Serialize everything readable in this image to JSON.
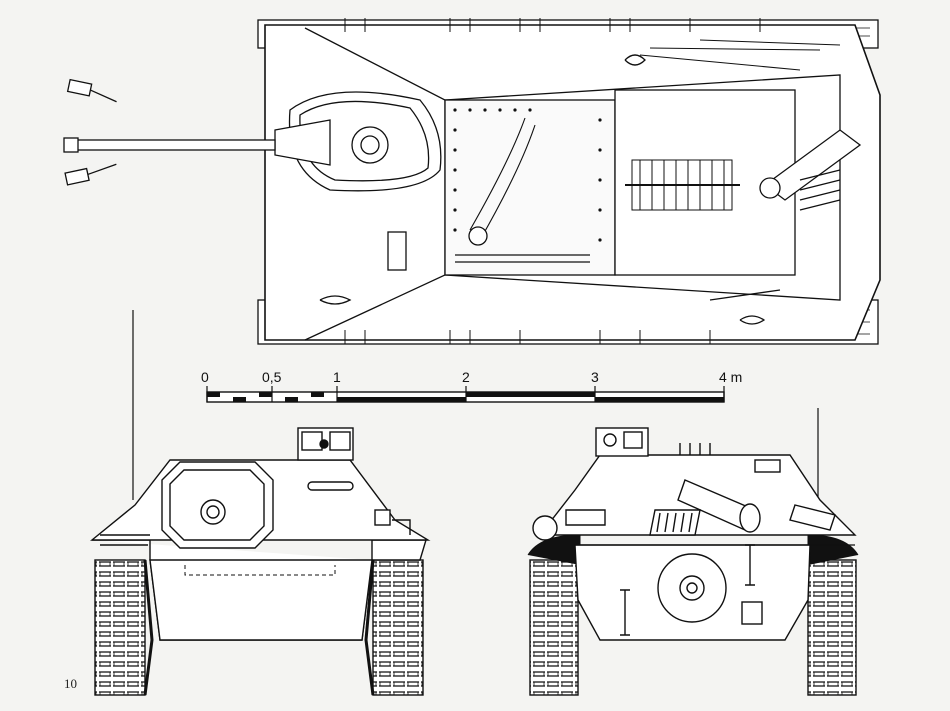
{
  "scale_bar": {
    "labels": [
      "0",
      "0,5",
      "1",
      "2",
      "3",
      "4 m"
    ]
  },
  "page": {
    "number": "10"
  },
  "colors": {
    "ink": "#111111",
    "paper": "#f4f4f2",
    "shade": "#e2e2de"
  }
}
